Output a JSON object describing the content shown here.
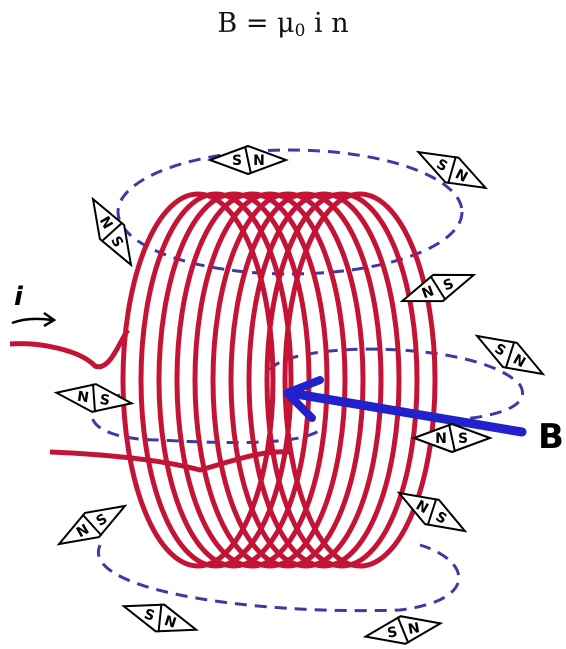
{
  "equation": {
    "lhs": "B",
    "eq": "=",
    "mu": "μ",
    "mu_sub": "0",
    "rhs": "i n"
  },
  "labels": {
    "current": "i",
    "field": "B"
  },
  "compass": {
    "south": "S",
    "north": "N"
  },
  "colors": {
    "coil": "#c41436",
    "field_lines": "#3b3ba8",
    "field_arrow": "#2222cc",
    "compass": "#000000"
  }
}
